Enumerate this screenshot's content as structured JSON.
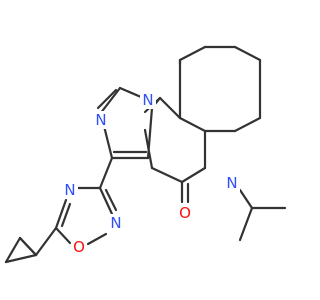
{
  "structure": {
    "atoms": {
      "n_imidazole_ring": {
        "symbol": "N",
        "color": "#3050F8"
      },
      "n_imidazole_top": {
        "symbol": "N",
        "color": "#3050F8"
      },
      "n_amide": {
        "symbol": "N",
        "color": "#3050F8"
      },
      "o_carbonyl": {
        "symbol": "O",
        "color": "#FF0D0D"
      },
      "n_oxadiazole_4": {
        "symbol": "N",
        "color": "#3050F8"
      },
      "n_oxadiazole_2": {
        "symbol": "N",
        "color": "#3050F8"
      },
      "o_oxadiazole": {
        "symbol": "O",
        "color": "#FF0D0D"
      }
    },
    "colors": {
      "bond": "#333333",
      "nitrogen": "#3050F8",
      "oxygen": "#FF0D0D"
    }
  }
}
